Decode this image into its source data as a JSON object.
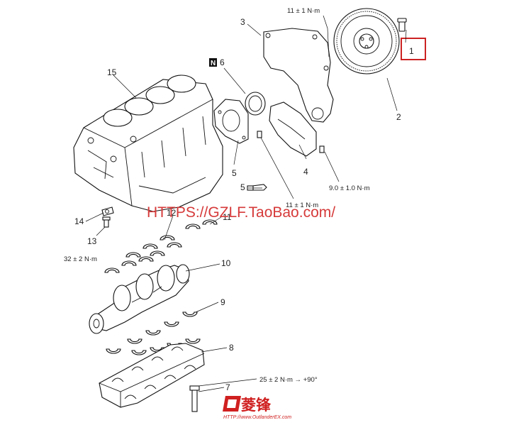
{
  "labels": {
    "l1": "1",
    "l2": "2",
    "l3": "3",
    "l4": "4",
    "l5": "5",
    "l6": "6",
    "l7": "7",
    "l8": "8",
    "l9": "9",
    "l10": "10",
    "l11": "11",
    "l12": "12",
    "l13": "13",
    "l14": "14",
    "l15": "15"
  },
  "badge": {
    "n6": "N"
  },
  "torques": {
    "t_top": "11 ± 1 N·m",
    "t_mid": "11 ± 1 N·m",
    "t_9": "9.0 ± 1.0 N·m",
    "t_32": "32 ± 2 N·m",
    "t_25": "25 ± 2 N·m → +90°"
  },
  "watermark": {
    "text": "HTTPS://GZLF.TaoBao.com/"
  },
  "brand": {
    "name": "菱锋",
    "url": "HTTP://www.OutlanderEX.com"
  },
  "colors": {
    "highlight_box": "#cc2222",
    "watermark": "#d63a3a",
    "brand": "#d02020"
  }
}
